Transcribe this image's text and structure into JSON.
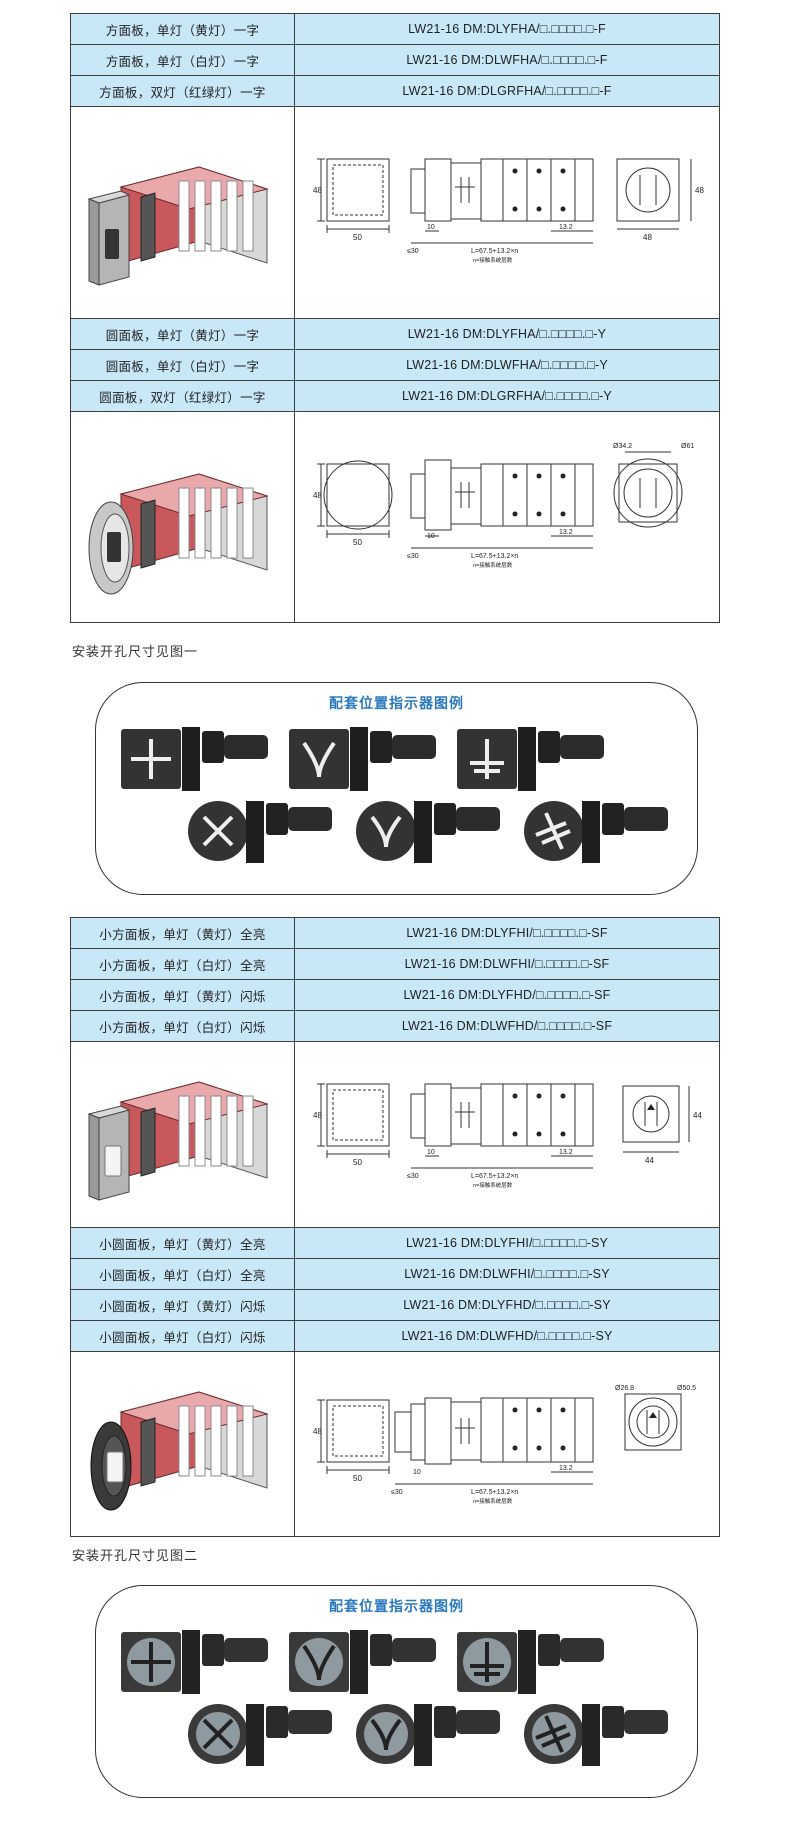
{
  "table1": {
    "rows_a": [
      {
        "desc": "方面板，单灯（黄灯）一字",
        "model": "LW21-16 DM:DLYFHA/□.□□□□.□-F"
      },
      {
        "desc": "方面板，单灯（白灯）一字",
        "model": "LW21-16 DM:DLWFHA/□.□□□□.□-F"
      },
      {
        "desc": "方面板，双灯（红绿灯）一字",
        "model": "LW21-16 DM:DLGRFHA/□.□□□□.□-F"
      }
    ],
    "drawing_a": {
      "h": "48",
      "w": "50",
      "d10": "10",
      "d30": "≤30",
      "dL": "L=67.5+13.2×n",
      "dnote": "n=接触系统层数",
      "d132": "13.2",
      "rh": "48",
      "rw": "48"
    },
    "rows_b": [
      {
        "desc": "圆面板，单灯（黄灯）一字",
        "model": "LW21-16 DM:DLYFHA/□.□□□□.□-Y"
      },
      {
        "desc": "圆面板，单灯（白灯）一字",
        "model": "LW21-16 DM:DLWFHA/□.□□□□.□-Y"
      },
      {
        "desc": "圆面板，双灯（红绿灯）一字",
        "model": "LW21-16 DM:DLGRFHA/□.□□□□.□-Y"
      }
    ],
    "drawing_b": {
      "h": "48",
      "w": "50",
      "d10": "10",
      "d30": "≤30",
      "dL": "L=67.5+13.2×n",
      "dnote": "n=接触系统层数",
      "d132": "13.2",
      "phi1": "Ø34.2",
      "phi2": "Ø61"
    }
  },
  "note1": "安装开孔尺寸见图一",
  "indicator1": {
    "title": "配套位置指示器图例"
  },
  "table2": {
    "rows_a": [
      {
        "desc": "小方面板，单灯（黄灯）全亮",
        "model": "LW21-16 DM:DLYFHI/□.□□□□.□-SF"
      },
      {
        "desc": "小方面板，单灯（白灯）全亮",
        "model": "LW21-16 DM:DLWFHI/□.□□□□.□-SF"
      },
      {
        "desc": "小方面板，单灯（黄灯）闪烁",
        "model": "LW21-16 DM:DLYFHD/□.□□□□.□-SF"
      },
      {
        "desc": "小方面板，单灯（白灯）闪烁",
        "model": "LW21-16 DM:DLWFHD/□.□□□□.□-SF"
      }
    ],
    "drawing_a": {
      "h": "48",
      "w": "50",
      "d10": "10",
      "d30": "≤30",
      "dL": "L=67.5+13.2×n",
      "dnote": "n=接触系统层数",
      "d132": "13.2",
      "rh": "44",
      "rw": "44"
    },
    "rows_b": [
      {
        "desc": "小圆面板，单灯（黄灯）全亮",
        "model": "LW21-16 DM:DLYFHI/□.□□□□.□-SY"
      },
      {
        "desc": "小圆面板，单灯（白灯）全亮",
        "model": "LW21-16 DM:DLWFHI/□.□□□□.□-SY"
      },
      {
        "desc": "小圆面板，单灯（黄灯）闪烁",
        "model": "LW21-16 DM:DLYFHD/□.□□□□.□-SY"
      },
      {
        "desc": "小圆面板，单灯（白灯）闪烁",
        "model": "LW21-16 DM:DLWFHD/□.□□□□.□-SY"
      }
    ],
    "drawing_b": {
      "h": "48",
      "w": "50",
      "d10": "10",
      "d30": "≤30",
      "dL": "L=67.5+13.2×n",
      "dnote": "n=接触系统层数",
      "d132": "13.2",
      "phi1": "Ø26.8",
      "phi2": "Ø50.5"
    }
  },
  "note2": "安装开孔尺寸见图二",
  "indicator2": {
    "title": "配套位置指示器图例"
  },
  "colors": {
    "header_bg": "#c8e7f7",
    "title_blue": "#2a78bd",
    "switch_red": "#c9585c",
    "border": "#3d3d3d"
  }
}
